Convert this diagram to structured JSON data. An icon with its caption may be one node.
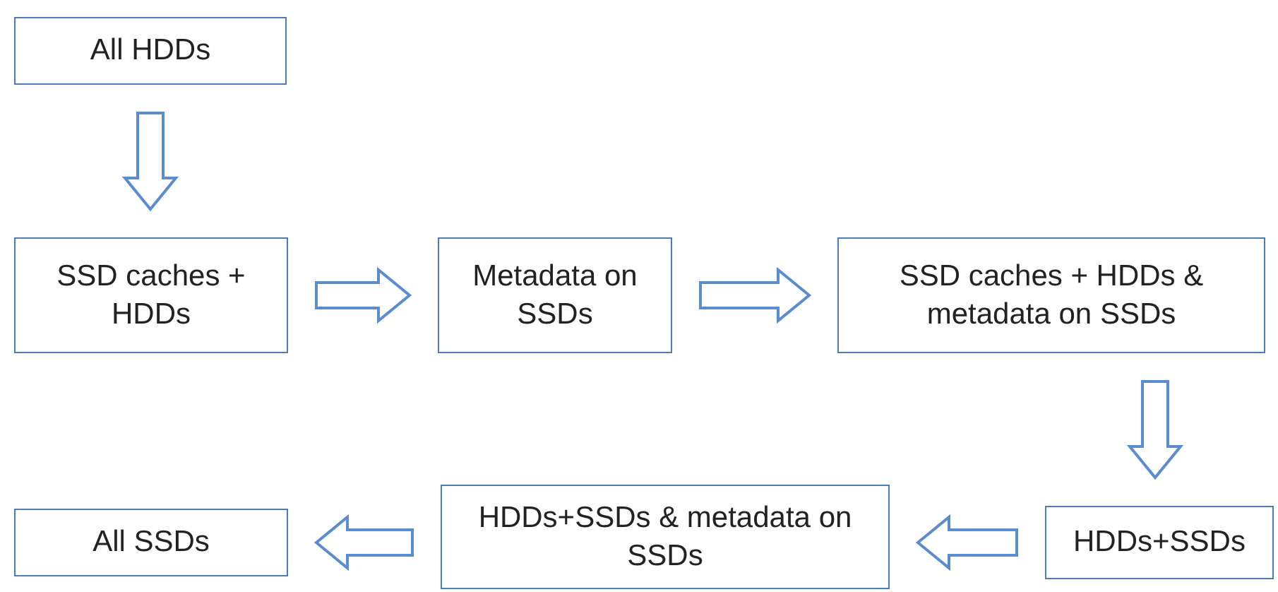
{
  "diagram": {
    "nodes": [
      {
        "text": [
          "All HDDs"
        ]
      },
      {
        "text": [
          "SSD caches + HDDs"
        ]
      },
      {
        "text": [
          "Metadata on SSDs"
        ]
      },
      {
        "text": [
          "SSD caches + HDDs & metadata on SSDs"
        ]
      },
      {
        "text": [
          "HDDs+SSDs"
        ]
      },
      {
        "text": [
          "HDDs+SSDs & metadata on SSDs"
        ]
      },
      {
        "text": [
          "All SSDs"
        ]
      }
    ],
    "edges": [
      {
        "from": 0,
        "to": 1,
        "arrow": "to"
      },
      {
        "from": 1,
        "to": 2,
        "arrow": "to"
      },
      {
        "from": 2,
        "to": 3,
        "arrow": "to"
      },
      {
        "from": 3,
        "to": 4,
        "arrow": "to"
      },
      {
        "from": 4,
        "to": 5,
        "arrow": "to"
      },
      {
        "from": 5,
        "to": 6,
        "arrow": "to"
      }
    ]
  }
}
